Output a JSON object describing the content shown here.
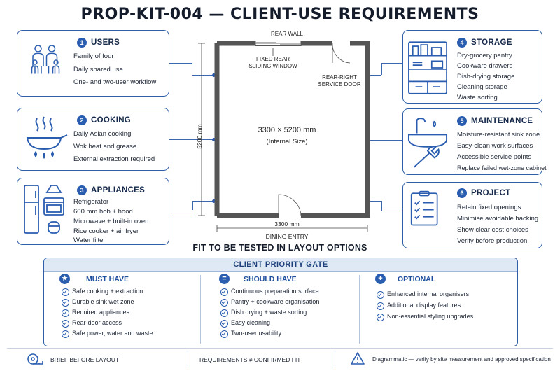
{
  "title": "PROP-KIT-004 — CLIENT-USE REQUIREMENTS",
  "plan": {
    "rear_wall": "REAR WALL",
    "rear_window": [
      "FIXED REAR",
      "SLIDING WINDOW"
    ],
    "service_door": [
      "REAR-RIGHT",
      "SERVICE DOOR"
    ],
    "size": "3300 × 5200 mm",
    "size_note": "(Internal Size)",
    "depth_dim": "5200 mm",
    "width_dim": "3300 mm",
    "entry": "DINING ENTRY"
  },
  "cards": {
    "users": {
      "num": "1",
      "title": "USERS",
      "lines": [
        "Family of four",
        "Daily shared use",
        "One- and two-user workflow"
      ]
    },
    "cooking": {
      "num": "2",
      "title": "COOKING",
      "lines": [
        "Daily Asian cooking",
        "Wok heat and grease",
        "External extraction required"
      ]
    },
    "appliances": {
      "num": "3",
      "title": "APPLIANCES",
      "lines": [
        "Refrigerator",
        "600 mm hob + hood",
        "Microwave + built-in oven",
        "Rice cooker + air fryer",
        "Water filter"
      ]
    },
    "storage": {
      "num": "4",
      "title": "STORAGE",
      "lines": [
        "Dry-grocery pantry",
        "Cookware drawers",
        "Dish-drying storage",
        "Cleaning storage",
        "Waste sorting"
      ]
    },
    "maintenance": {
      "num": "5",
      "title": "MAINTENANCE",
      "lines": [
        "Moisture-resistant sink zone",
        "Easy-clean work surfaces",
        "Accessible service points",
        "Replace failed wet-zone cabinet"
      ]
    },
    "project": {
      "num": "6",
      "title": "PROJECT",
      "lines": [
        "Retain fixed openings",
        "Minimise avoidable hacking",
        "Show clear cost choices",
        "Verify before production"
      ]
    }
  },
  "fit_banner": "FIT TO BE TESTED IN LAYOUT OPTIONS",
  "gate": {
    "title": "CLIENT PRIORITY GATE",
    "must": {
      "icon": "★",
      "title": "MUST HAVE",
      "items": [
        "Safe cooking + extraction",
        "Durable sink wet zone",
        "Required appliances",
        "Rear-door access",
        "Safe power, water and waste"
      ]
    },
    "should": {
      "icon": "=",
      "title": "SHOULD HAVE",
      "items": [
        "Continuous preparation surface",
        "Pantry + cookware organisation",
        "Dish drying + waste sorting",
        "Easy cleaning",
        "Two-user usability"
      ]
    },
    "optional": {
      "icon": "+",
      "title": "OPTIONAL",
      "items": [
        "Enhanced internal organisers",
        "Additional display features",
        "Non-essential styling upgrades"
      ]
    }
  },
  "footer": {
    "left": "BRIEF BEFORE LAYOUT",
    "mid": "REQUIREMENTS ≠ CONFIRMED FIT",
    "right": "Diagrammatic — verify by site measurement and approved specification"
  },
  "colors": {
    "accent": "#2a5db0",
    "border": "#2f5fa8",
    "gate_header": "#dfe9f6"
  }
}
